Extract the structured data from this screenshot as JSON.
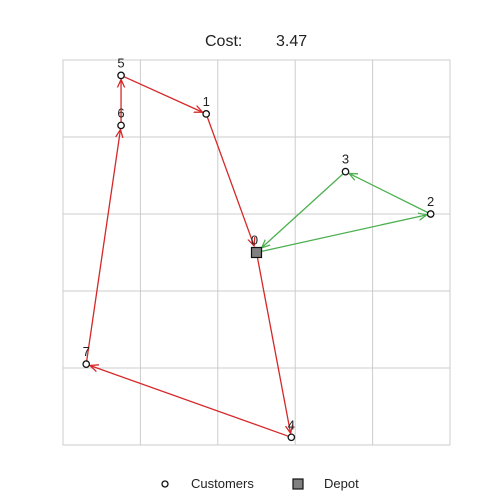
{
  "title": {
    "label": "Cost:",
    "value": "3.47"
  },
  "colors": {
    "route_red": "#d62728",
    "route_green": "#4caf50",
    "grid": "#cccccc",
    "depot_fill": "#808080",
    "customer_fill": "#ffffff",
    "stroke": "#111111"
  },
  "chart_data": {
    "type": "scatter",
    "description_free": true,
    "xlim": [
      0,
      1
    ],
    "ylim": [
      0,
      1
    ],
    "grid": true,
    "depot": {
      "id": "0",
      "x": 0.5,
      "y": 0.5
    },
    "customers": [
      {
        "id": "1",
        "x": 0.37,
        "y": 0.86
      },
      {
        "id": "2",
        "x": 0.95,
        "y": 0.6
      },
      {
        "id": "3",
        "x": 0.73,
        "y": 0.71
      },
      {
        "id": "4",
        "x": 0.59,
        "y": 0.02
      },
      {
        "id": "5",
        "x": 0.15,
        "y": 0.96
      },
      {
        "id": "6",
        "x": 0.15,
        "y": 0.83
      },
      {
        "id": "7",
        "x": 0.06,
        "y": 0.21
      }
    ],
    "routes": [
      {
        "color": "route_red",
        "sequence": [
          "0",
          "4",
          "7",
          "6",
          "5",
          "1",
          "0"
        ]
      },
      {
        "color": "route_green",
        "sequence": [
          "0",
          "2",
          "3",
          "0"
        ]
      }
    ]
  },
  "legend": {
    "customers_label": "Customers",
    "depot_label": "Depot"
  }
}
